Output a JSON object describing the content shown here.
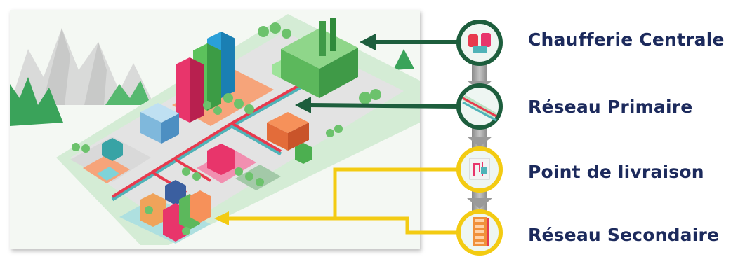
{
  "diagram": {
    "stages": [
      {
        "label": "Chaufferie Centrale",
        "ring_color": "#1d5e3d",
        "icon": "boiler-room-icon"
      },
      {
        "label": "Réseau Primaire",
        "ring_color": "#1d5e3d",
        "icon": "primary-network-pipe-icon"
      },
      {
        "label": "Point de livraison",
        "ring_color": "#f3cb12",
        "icon": "substation-room-icon"
      },
      {
        "label": "Réseau Secondaire",
        "ring_color": "#f3cb12",
        "icon": "building-network-icon"
      }
    ],
    "colors": {
      "primary_arrow": "#1d5e3d",
      "secondary_arrow": "#f3cb12",
      "heat_pipe": "#e83a4e",
      "return_pipe": "#4fb3b8",
      "spine": "#9a9a9a"
    }
  }
}
